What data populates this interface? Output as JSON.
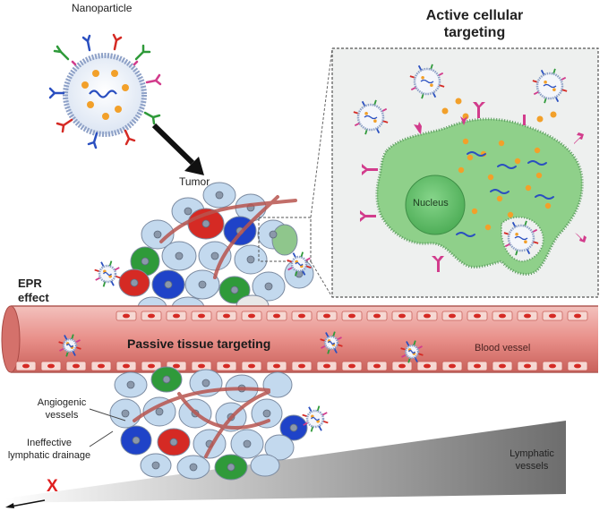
{
  "labels": {
    "nanoparticle": "Nanoparticle",
    "active_line1": "Active cellular",
    "active_line2": "targeting",
    "tumor": "Tumor",
    "nucleus": "Nucleus",
    "epr_line1": "EPR",
    "epr_line2": "effect",
    "passive": "Passive tissue targeting",
    "blood_vessel": "Blood vessel",
    "angiogenic_line1": "Angiogenic",
    "angiogenic_line2": "vessels",
    "ineffective_line1": "Ineffective",
    "ineffective_line2": "lymphatic drainage",
    "lymphatic_line1": "Lymphatic",
    "lymphatic_line2": "vessels",
    "blocked_mark": "X"
  },
  "colors": {
    "vessel": "#e79a95",
    "vessel_dark": "#c9605a",
    "cell_blue": "#c3d9ee",
    "cell_red": "#d52a24",
    "cell_green": "#2f9a3a",
    "cell_deep_blue": "#1f43c8",
    "target_cell": "#8fd08a",
    "nucleus": "#6cc472",
    "cargo_dot": "#f2a02a",
    "ligand_magenta": "#d23c8c",
    "inset_bg": "#eef0ef",
    "shell_blue": "#b7c6e0"
  }
}
